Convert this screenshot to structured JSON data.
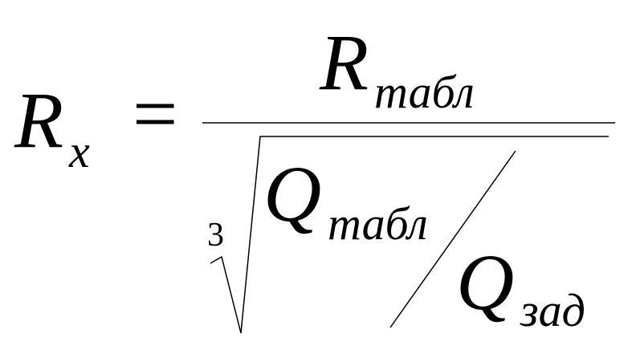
{
  "formula": {
    "lhs_symbol": "R",
    "lhs_subscript": "x",
    "equals": "=",
    "numerator_symbol": "R",
    "numerator_subscript": "табл",
    "root_index": "3",
    "inner_numerator_symbol": "Q",
    "inner_numerator_subscript": "табл",
    "inner_denominator_symbol": "Q",
    "inner_denominator_subscript": "зад"
  }
}
